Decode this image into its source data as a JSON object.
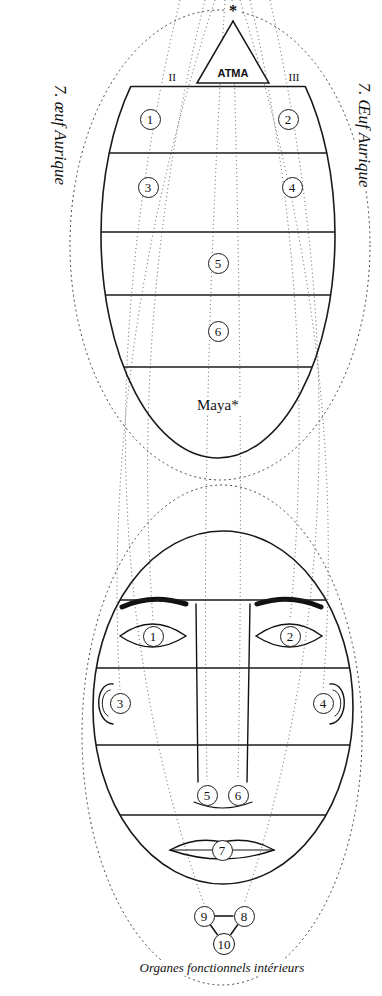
{
  "diagram": {
    "nodes": [
      {
        "text": [
          "ATMA"
        ]
      },
      {
        "text": [
          "7. œuf Aurique",
          "7. Œuf Aurique",
          "Maya*"
        ]
      },
      {
        "text": [
          "1"
        ],
        "in": 1
      },
      {
        "text": [
          "2"
        ],
        "in": 1
      },
      {
        "text": [
          "3"
        ],
        "in": 1
      },
      {
        "text": [
          "4"
        ],
        "in": 1
      },
      {
        "text": [
          "5"
        ],
        "in": 1
      },
      {
        "text": [
          "6"
        ],
        "in": 1
      },
      {
        "text": [
          "Organes fonctionnels intérieurs"
        ]
      },
      {
        "text": [
          "1"
        ],
        "in": 8
      },
      {
        "text": [
          "2"
        ],
        "in": 8
      },
      {
        "text": [
          "3"
        ],
        "in": 8
      },
      {
        "text": [
          "4"
        ],
        "in": 8
      },
      {
        "text": [
          "5"
        ],
        "in": 8
      },
      {
        "text": [
          "6"
        ],
        "in": 8
      },
      {
        "text": [
          "7"
        ],
        "in": 8
      },
      {
        "text": [
          "9"
        ]
      },
      {
        "text": [
          "8"
        ]
      },
      {
        "text": [
          "10"
        ]
      }
    ],
    "edges": [
      {
        "from": 16,
        "to": 17,
        "arrow": "none"
      },
      {
        "from": 16,
        "to": 18,
        "arrow": "none"
      },
      {
        "from": 18,
        "to": 17,
        "arrow": "none"
      }
    ],
    "labels": [
      "*",
      "II",
      "III"
    ]
  }
}
